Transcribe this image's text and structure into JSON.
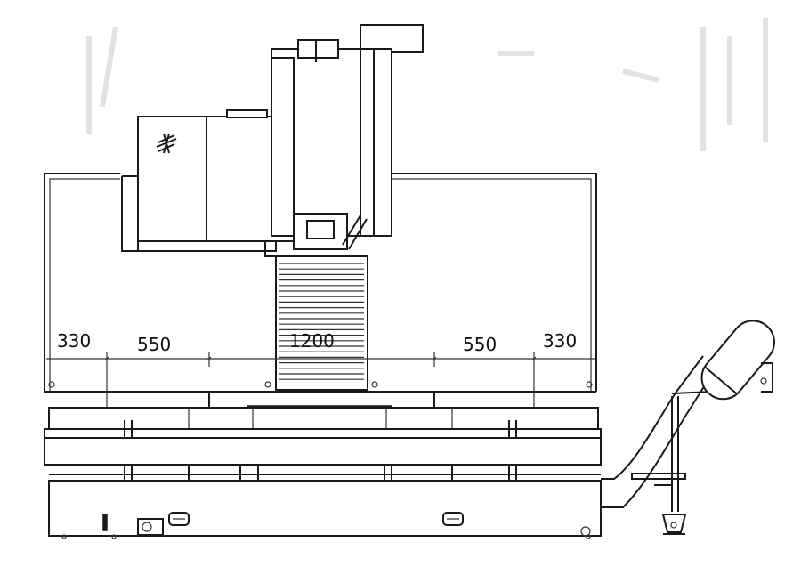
{
  "dimensions": [
    {
      "id": "left-outer",
      "label": "330"
    },
    {
      "id": "left-inner",
      "label": "550"
    },
    {
      "id": "center",
      "label": "1200"
    },
    {
      "id": "right-inner",
      "label": "550"
    },
    {
      "id": "right-outer",
      "label": "330"
    }
  ],
  "colors": {
    "line": "#1a1a1a",
    "background": "#ffffff"
  }
}
